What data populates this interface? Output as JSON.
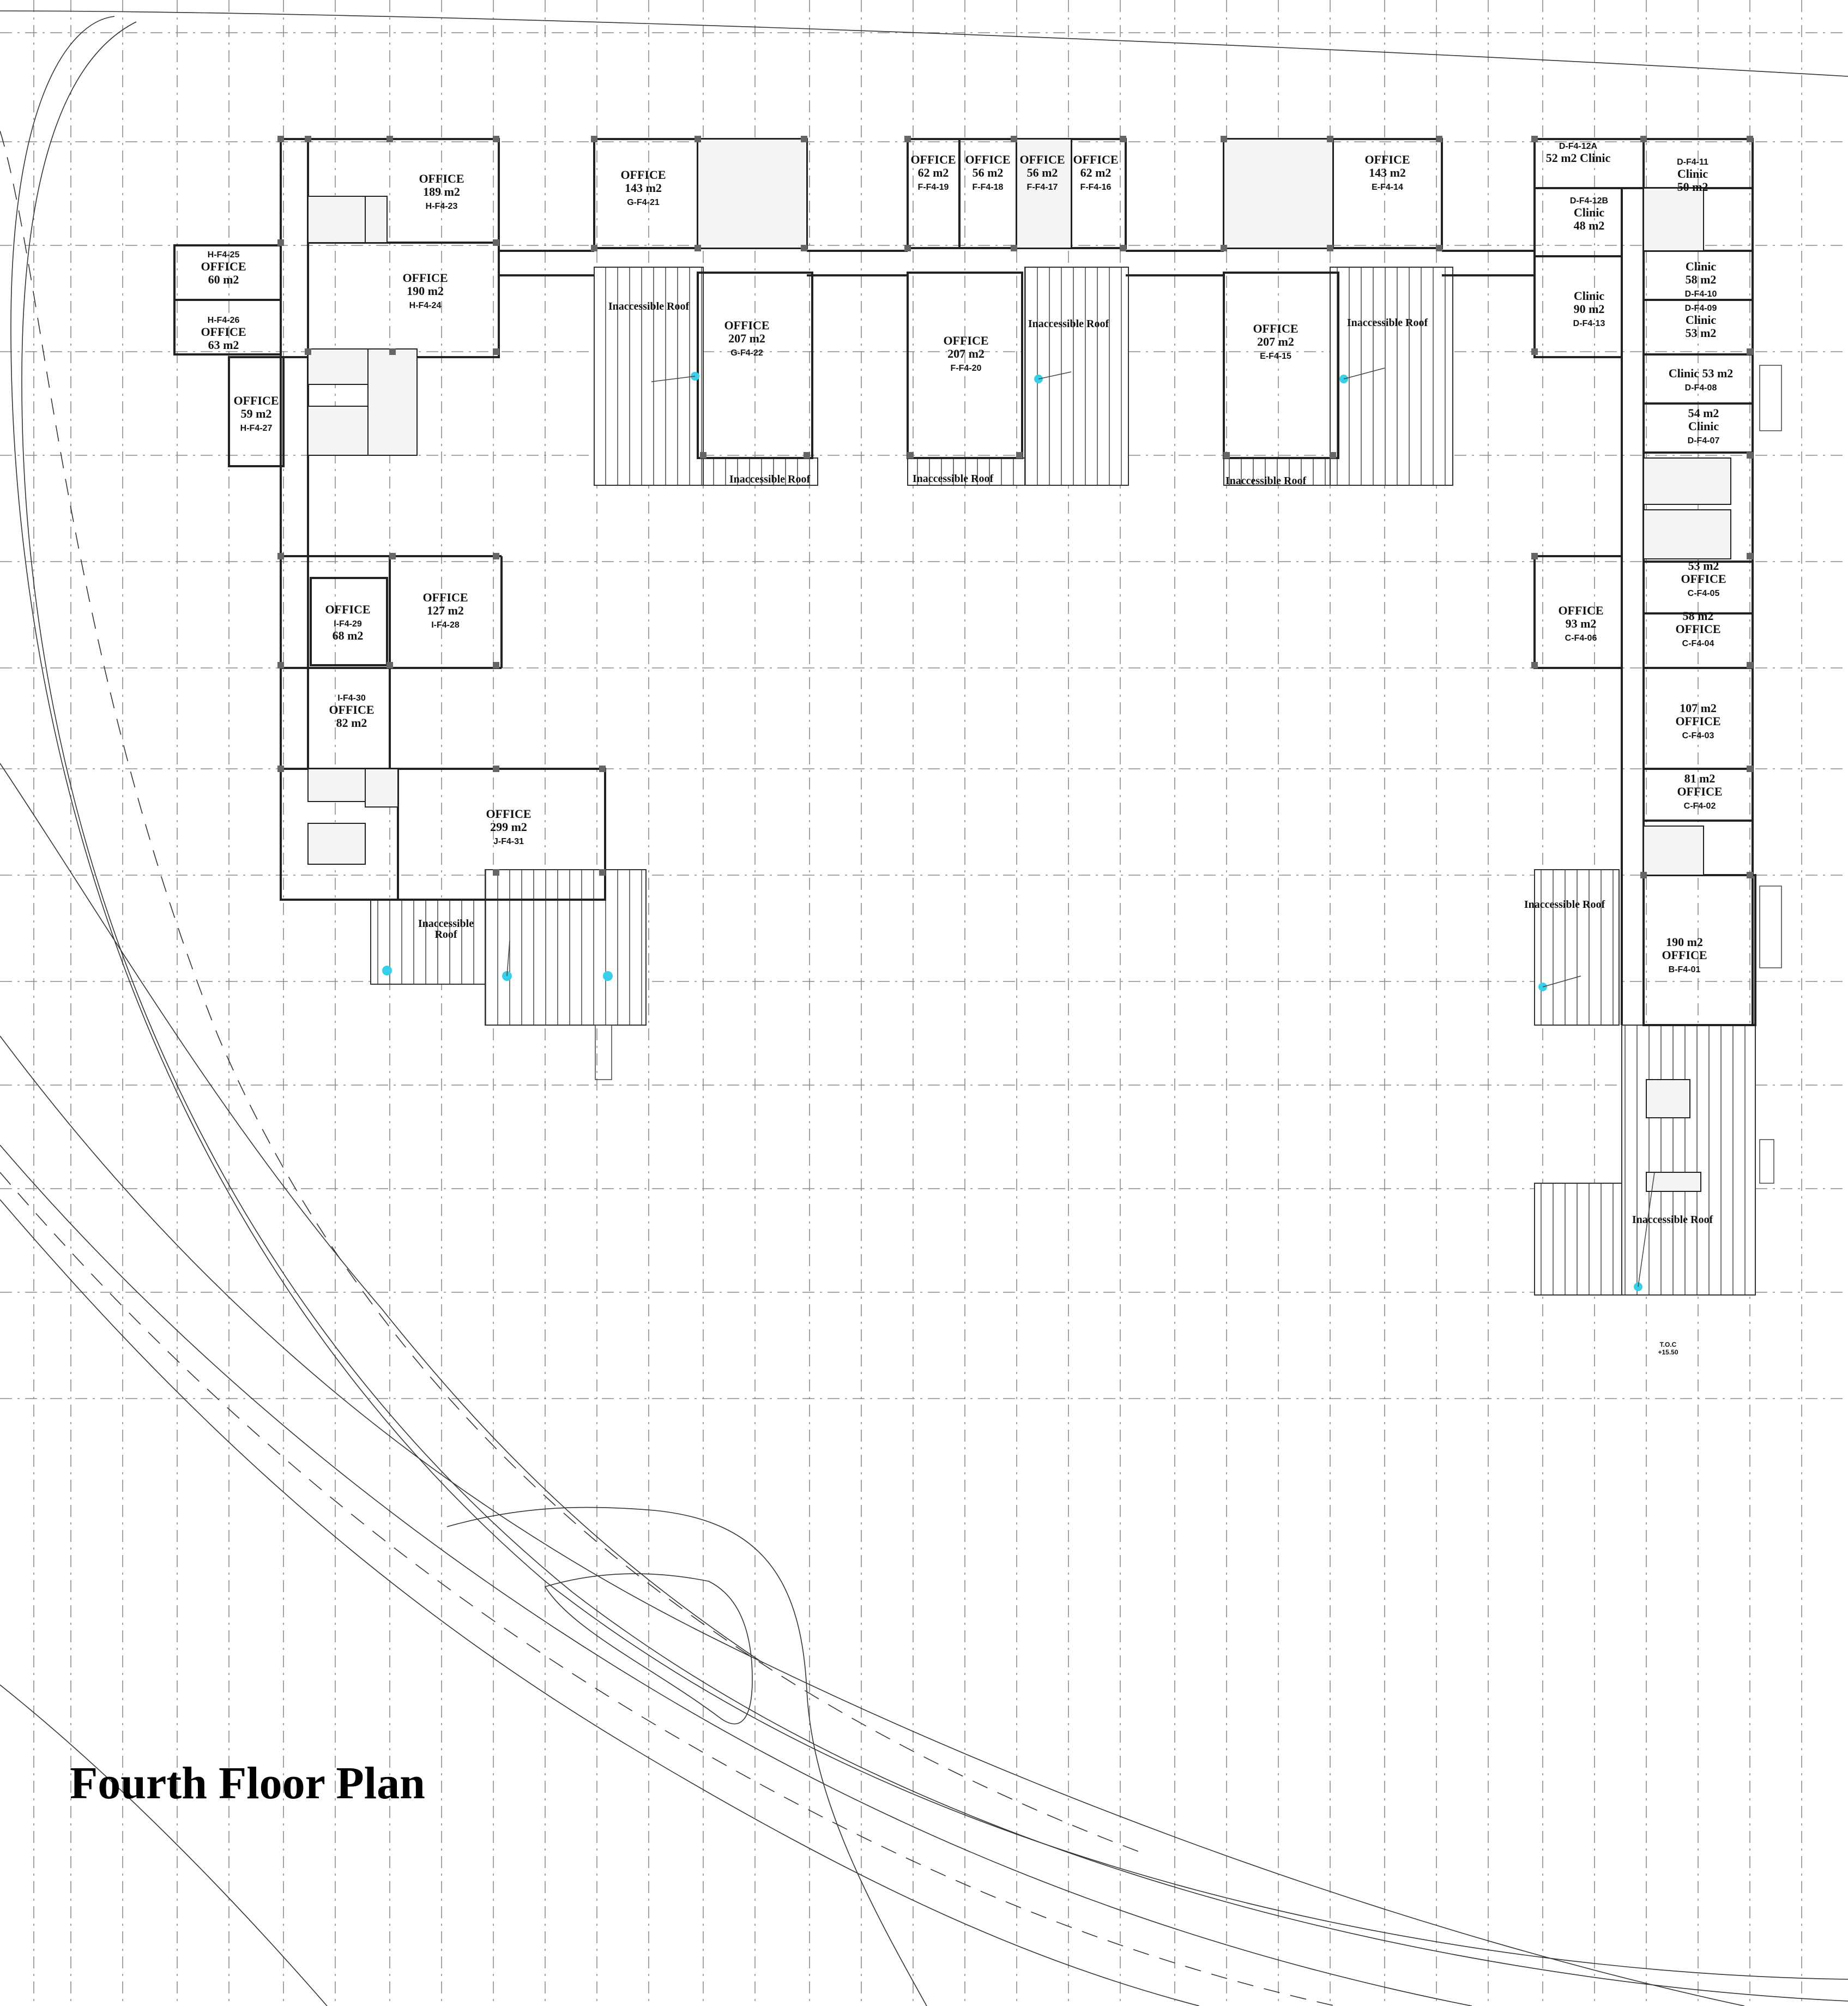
{
  "title": "Fourth Floor Plan",
  "rooms": [
    {
      "id": "h23",
      "lines": [
        "OFFICE",
        "189 m2",
        "H-F4-23"
      ]
    },
    {
      "id": "h24",
      "lines": [
        "OFFICE",
        "190 m2",
        "H-F4-24"
      ]
    },
    {
      "id": "h25",
      "lines": [
        "H-F4-25",
        "OFFICE",
        "60 m2"
      ]
    },
    {
      "id": "h26",
      "lines": [
        "H-F4-26",
        "OFFICE",
        "63 m2"
      ]
    },
    {
      "id": "h27",
      "lines": [
        "OFFICE",
        "59 m2",
        "H-F4-27"
      ]
    },
    {
      "id": "g21",
      "lines": [
        "OFFICE",
        "143 m2",
        "G-F4-21"
      ]
    },
    {
      "id": "g22",
      "lines": [
        "OFFICE",
        "207 m2",
        "G-F4-22"
      ]
    },
    {
      "id": "f19",
      "lines": [
        "OFFICE",
        "62 m2",
        "F-F4-19"
      ]
    },
    {
      "id": "f18",
      "lines": [
        "OFFICE",
        "56 m2",
        "F-F4-18"
      ]
    },
    {
      "id": "f17",
      "lines": [
        "OFFICE",
        "56 m2",
        "F-F4-17"
      ]
    },
    {
      "id": "f16",
      "lines": [
        "OFFICE",
        "62 m2",
        "F-F4-16"
      ]
    },
    {
      "id": "f20",
      "lines": [
        "OFFICE",
        "207 m2",
        "F-F4-20"
      ]
    },
    {
      "id": "e14",
      "lines": [
        "OFFICE",
        "143 m2",
        "E-F4-14"
      ]
    },
    {
      "id": "e15",
      "lines": [
        "OFFICE",
        "207 m2",
        "E-F4-15"
      ]
    },
    {
      "id": "d12a",
      "lines": [
        "D-F4-12A",
        "52 m2  Clinic"
      ]
    },
    {
      "id": "d11",
      "lines": [
        "D-F4-11",
        "Clinic",
        "50 m2"
      ]
    },
    {
      "id": "d12b",
      "lines": [
        "D-F4-12B",
        "Clinic",
        "48 m2"
      ]
    },
    {
      "id": "d13",
      "lines": [
        "Clinic",
        "90 m2",
        "D-F4-13"
      ]
    },
    {
      "id": "d10",
      "lines": [
        "Clinic",
        "58 m2",
        "D-F4-10"
      ]
    },
    {
      "id": "d09",
      "lines": [
        "D-F4-09",
        "Clinic",
        "53 m2"
      ]
    },
    {
      "id": "d08",
      "lines": [
        "Clinic 53 m2",
        "D-F4-08"
      ]
    },
    {
      "id": "d07",
      "lines": [
        "54 m2",
        "Clinic",
        "D-F4-07"
      ]
    },
    {
      "id": "c05",
      "lines": [
        "53 m2",
        "OFFICE",
        "C-F4-05"
      ]
    },
    {
      "id": "c06",
      "lines": [
        "OFFICE",
        "93 m2",
        "C-F4-06"
      ]
    },
    {
      "id": "c04",
      "lines": [
        "58 m2",
        "OFFICE",
        "C-F4-04"
      ]
    },
    {
      "id": "c03",
      "lines": [
        "107 m2",
        "OFFICE",
        "C-F4-03"
      ]
    },
    {
      "id": "c02",
      "lines": [
        "81 m2",
        "OFFICE",
        "C-F4-02"
      ]
    },
    {
      "id": "b01",
      "lines": [
        "190 m2",
        "OFFICE",
        "B-F4-01"
      ]
    },
    {
      "id": "i29",
      "lines": [
        "OFFICE",
        "I-F4-29",
        "68 m2"
      ]
    },
    {
      "id": "i28",
      "lines": [
        "OFFICE",
        "127 m2",
        "I-F4-28"
      ]
    },
    {
      "id": "i30",
      "lines": [
        "I-F4-30",
        "OFFICE",
        "82 m2"
      ]
    },
    {
      "id": "j31",
      "lines": [
        "OFFICE",
        "299 m2",
        "J-F4-31"
      ]
    }
  ],
  "roofs": [
    {
      "id": "r1",
      "label": "Inaccessible Roof"
    },
    {
      "id": "r2",
      "label": "Inaccessible Roof"
    },
    {
      "id": "r3",
      "label": "Inaccessible Roof"
    },
    {
      "id": "r4",
      "label": "Inaccessible Roof"
    },
    {
      "id": "r5",
      "label": "Inaccessible Roof"
    },
    {
      "id": "r6",
      "label": "Inaccessible Roof"
    },
    {
      "id": "r7",
      "lines": [
        "Inaccessible",
        "Roof"
      ]
    },
    {
      "id": "r8",
      "label": "Inaccessible Roof"
    },
    {
      "id": "r9",
      "label": "Inaccessible Roof"
    }
  ],
  "level": {
    "line1": "T.O.C",
    "line2": "+15.50"
  }
}
